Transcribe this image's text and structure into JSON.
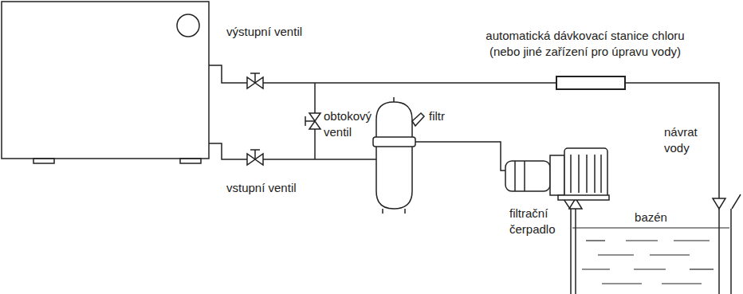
{
  "diagram": {
    "nodes": [
      {
        "text": [
          "automatická dávkovací stanice chloru (nebo jiné zařízení pro úpravu vody)"
        ]
      },
      {
        "text": [
          "bazén"
        ]
      }
    ],
    "edges": [
      {
        "from": 0,
        "to": 1,
        "arrow": "to",
        "label": "návrat vody"
      }
    ],
    "labels": [
      "výstupní ventil",
      "vstupní ventil",
      "obtokový ventil",
      "filtr",
      "filtrační čerpadlo"
    ]
  }
}
